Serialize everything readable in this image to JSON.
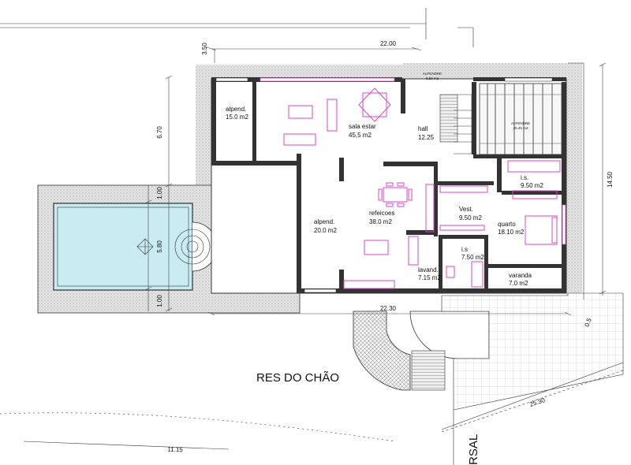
{
  "drawing": {
    "title": "RES DO CHÃO",
    "road_label": "RSAL"
  },
  "rooms": {
    "alpend_left": {
      "name": "alpend.",
      "area": "15.0 m2"
    },
    "sala": {
      "name": "sala estar",
      "area": "45,5 m2"
    },
    "hall": {
      "name": "hall",
      "area": "12.25"
    },
    "alpendre_top": {
      "name": "ALPENDRE",
      "area": "6.50 m2"
    },
    "alpendre_right": {
      "name": "ALPENDRE",
      "area": "25.45 m2"
    },
    "is_top": {
      "name": "i.s.",
      "area": "9.50 m2"
    },
    "alpend_mid": {
      "name": "alpend.",
      "area": "20.0 m2"
    },
    "refeicoes": {
      "name": "refeicoes",
      "area": "38.0 m2"
    },
    "vest": {
      "name": "Vest.",
      "area": "9.50 m2"
    },
    "quarto": {
      "name": "quarto",
      "area": "18.10 m2"
    },
    "is_bottom": {
      "name": "i.s",
      "area": "7.50 m2"
    },
    "lavand": {
      "name": "lavand.",
      "area": "7.15 m2"
    },
    "varanda": {
      "name": "varanda",
      "area": "7.0 m2"
    }
  },
  "dimensions": {
    "top_offset": "3.50",
    "top_width": "22.00",
    "left_depth": "6.70",
    "pool_margin_top": "1.00",
    "pool_width": "5.80",
    "pool_margin_bottom": "1.00",
    "right_depth": "14.50",
    "bottom_width": "22.30",
    "slope_small": "0.5",
    "site_right": "25.30",
    "site_left": "11.15"
  },
  "colors": {
    "walls": "#333333",
    "furniture": "#d946c8",
    "pool_water": "#c9ecf2",
    "paving": "#dcdcdc"
  }
}
